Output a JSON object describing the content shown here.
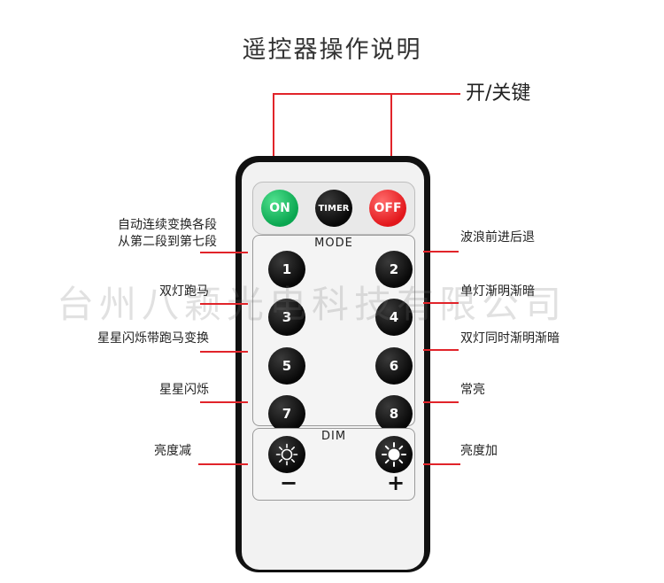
{
  "title": "遥控器操作说明",
  "power_label": "开/关键",
  "top_buttons": {
    "on": "ON",
    "timer": "TIMER",
    "off": "OFF"
  },
  "mode_title": "MODE",
  "dim_title": "DIM",
  "buttons": [
    "1",
    "2",
    "3",
    "4",
    "5",
    "6",
    "7",
    "8"
  ],
  "dim_minus": "−",
  "dim_plus": "+",
  "left_labels": [
    {
      "lines": [
        "自动连续变换各段",
        "从第二段到第七段"
      ]
    },
    {
      "lines": [
        "双灯跑马"
      ]
    },
    {
      "lines": [
        "星星闪烁带跑马变换"
      ]
    },
    {
      "lines": [
        "星星闪烁"
      ]
    },
    {
      "lines": [
        "亮度减"
      ]
    }
  ],
  "right_labels": [
    "波浪前进后退",
    "单灯渐明渐暗",
    "双灯同时渐明渐暗",
    "常亮",
    "亮度加"
  ],
  "watermark": "台州八颖光电科技有限公司",
  "colors": {
    "line": "#e1242a",
    "on": "#0aa650",
    "off": "#e2171b",
    "remote_body": "#111111"
  }
}
